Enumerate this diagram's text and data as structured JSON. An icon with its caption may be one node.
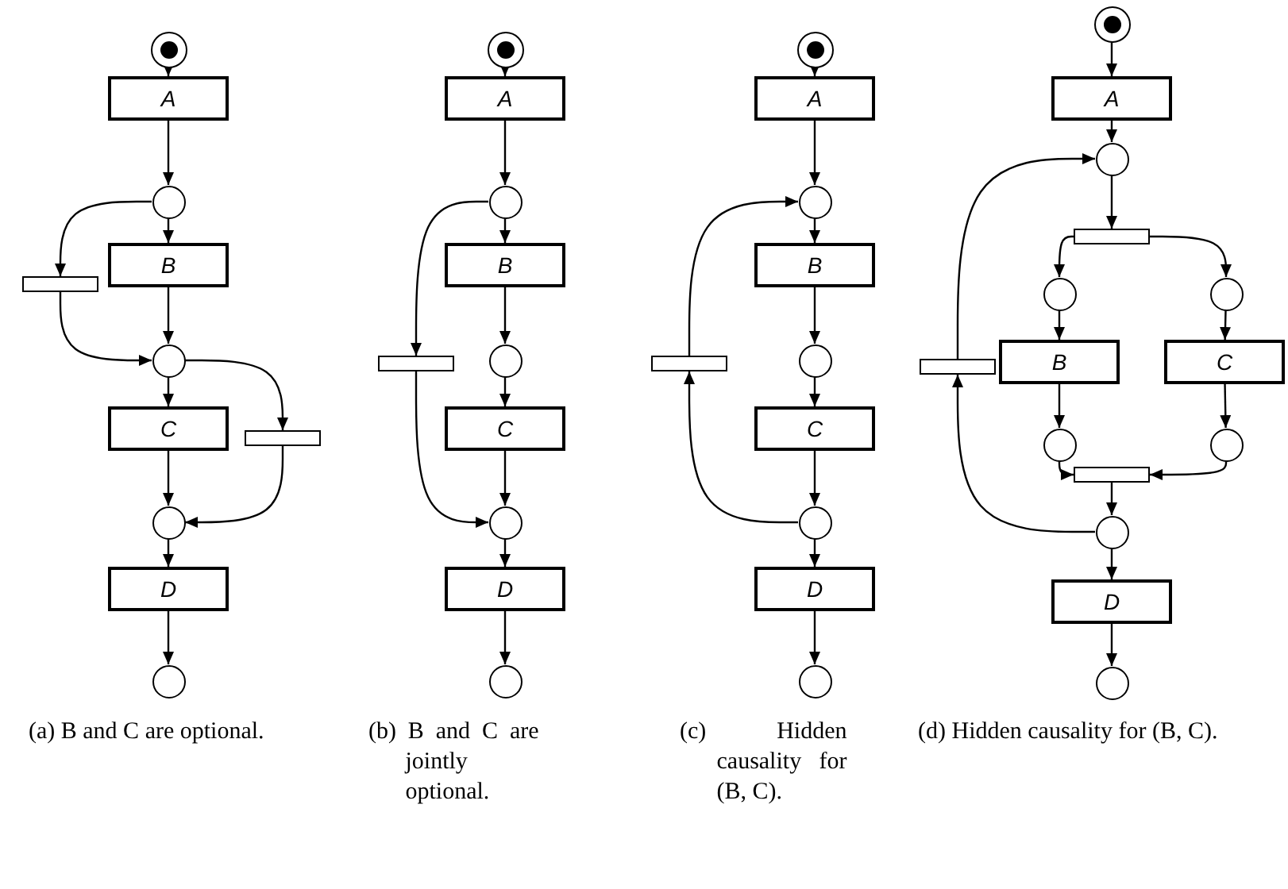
{
  "diagram": {
    "nodes": [
      {
        "text": [],
        "shape": "circle"
      },
      {
        "text": [
          "A"
        ]
      },
      {
        "text": [],
        "shape": "circle"
      },
      {
        "text": [
          "B"
        ]
      },
      {
        "text": [],
        "shape": "bar"
      },
      {
        "text": [],
        "shape": "circle"
      },
      {
        "text": [
          "C"
        ]
      },
      {
        "text": [],
        "shape": "bar"
      },
      {
        "text": [],
        "shape": "circle"
      },
      {
        "text": [
          "D"
        ]
      },
      {
        "text": [],
        "shape": "circle"
      },
      {
        "text": [],
        "shape": "circle"
      },
      {
        "text": [
          "A"
        ]
      },
      {
        "text": [],
        "shape": "circle"
      },
      {
        "text": [
          "B"
        ]
      },
      {
        "text": [],
        "shape": "bar"
      },
      {
        "text": [],
        "shape": "circle"
      },
      {
        "text": [
          "C"
        ]
      },
      {
        "text": [],
        "shape": "circle"
      },
      {
        "text": [
          "D"
        ]
      },
      {
        "text": [],
        "shape": "circle"
      },
      {
        "text": [],
        "shape": "circle"
      },
      {
        "text": [
          "A"
        ]
      },
      {
        "text": [],
        "shape": "circle"
      },
      {
        "text": [
          "B"
        ]
      },
      {
        "text": [],
        "shape": "bar"
      },
      {
        "text": [],
        "shape": "circle"
      },
      {
        "text": [
          "C"
        ]
      },
      {
        "text": [],
        "shape": "circle"
      },
      {
        "text": [
          "D"
        ]
      },
      {
        "text": [],
        "shape": "circle"
      },
      {
        "text": [],
        "shape": "circle"
      },
      {
        "text": [
          "A"
        ]
      },
      {
        "text": [],
        "shape": "circle"
      },
      {
        "text": [],
        "shape": "bar"
      },
      {
        "text": [],
        "shape": "circle"
      },
      {
        "text": [],
        "shape": "circle"
      },
      {
        "text": [
          "B"
        ]
      },
      {
        "text": [],
        "shape": "bar"
      },
      {
        "text": [
          "C"
        ]
      },
      {
        "text": [],
        "shape": "circle"
      },
      {
        "text": [],
        "shape": "circle"
      },
      {
        "text": [],
        "shape": "bar"
      },
      {
        "text": [],
        "shape": "circle"
      },
      {
        "text": [
          "D"
        ]
      },
      {
        "text": [],
        "shape": "circle"
      }
    ],
    "edges": [
      {
        "from": 0,
        "to": 1,
        "arrow": "to"
      },
      {
        "from": 1,
        "to": 2,
        "arrow": "to"
      },
      {
        "from": 2,
        "to": 3,
        "arrow": "to"
      },
      {
        "from": 2,
        "to": 4,
        "arrow": "to"
      },
      {
        "from": 3,
        "to": 5,
        "arrow": "to"
      },
      {
        "from": 4,
        "to": 5,
        "arrow": "to"
      },
      {
        "from": 5,
        "to": 6,
        "arrow": "to"
      },
      {
        "from": 5,
        "to": 7,
        "arrow": "to"
      },
      {
        "from": 6,
        "to": 8,
        "arrow": "to"
      },
      {
        "from": 7,
        "to": 8,
        "arrow": "to"
      },
      {
        "from": 8,
        "to": 9,
        "arrow": "to"
      },
      {
        "from": 9,
        "to": 10,
        "arrow": "to"
      },
      {
        "from": 11,
        "to": 12,
        "arrow": "to"
      },
      {
        "from": 12,
        "to": 13,
        "arrow": "to"
      },
      {
        "from": 13,
        "to": 14,
        "arrow": "to"
      },
      {
        "from": 13,
        "to": 15,
        "arrow": "to"
      },
      {
        "from": 14,
        "to": 16,
        "arrow": "to"
      },
      {
        "from": 16,
        "to": 17,
        "arrow": "to"
      },
      {
        "from": 17,
        "to": 18,
        "arrow": "to"
      },
      {
        "from": 15,
        "to": 18,
        "arrow": "to"
      },
      {
        "from": 18,
        "to": 19,
        "arrow": "to"
      },
      {
        "from": 19,
        "to": 20,
        "arrow": "to"
      },
      {
        "from": 21,
        "to": 22,
        "arrow": "to"
      },
      {
        "from": 22,
        "to": 23,
        "arrow": "to"
      },
      {
        "from": 23,
        "to": 24,
        "arrow": "to"
      },
      {
        "from": 24,
        "to": 26,
        "arrow": "to"
      },
      {
        "from": 26,
        "to": 27,
        "arrow": "to"
      },
      {
        "from": 27,
        "to": 28,
        "arrow": "to"
      },
      {
        "from": 28,
        "to": 25,
        "arrow": "to"
      },
      {
        "from": 25,
        "to": 23,
        "arrow": "to"
      },
      {
        "from": 28,
        "to": 29,
        "arrow": "to"
      },
      {
        "from": 29,
        "to": 30,
        "arrow": "to"
      },
      {
        "from": 31,
        "to": 32,
        "arrow": "to"
      },
      {
        "from": 32,
        "to": 33,
        "arrow": "to"
      },
      {
        "from": 33,
        "to": 34,
        "arrow": "to"
      },
      {
        "from": 34,
        "to": 35,
        "arrow": "to"
      },
      {
        "from": 34,
        "to": 36,
        "arrow": "to"
      },
      {
        "from": 35,
        "to": 37,
        "arrow": "to"
      },
      {
        "from": 36,
        "to": 39,
        "arrow": "to"
      },
      {
        "from": 37,
        "to": 40,
        "arrow": "to"
      },
      {
        "from": 39,
        "to": 41,
        "arrow": "to"
      },
      {
        "from": 40,
        "to": 42,
        "arrow": "to"
      },
      {
        "from": 41,
        "to": 42,
        "arrow": "to"
      },
      {
        "from": 42,
        "to": 43,
        "arrow": "to"
      },
      {
        "from": 43,
        "to": 44,
        "arrow": "to"
      },
      {
        "from": 44,
        "to": 45,
        "arrow": "to"
      },
      {
        "from": 43,
        "to": 38,
        "arrow": "to"
      },
      {
        "from": 38,
        "to": 33,
        "arrow": "to"
      }
    ],
    "labels": [
      "(a) B and C are optional.",
      "(b) B and C are jointly optional.",
      "(c) Hidden causality for (B, C).",
      "(d) Hidden causality for (B, C)."
    ]
  }
}
